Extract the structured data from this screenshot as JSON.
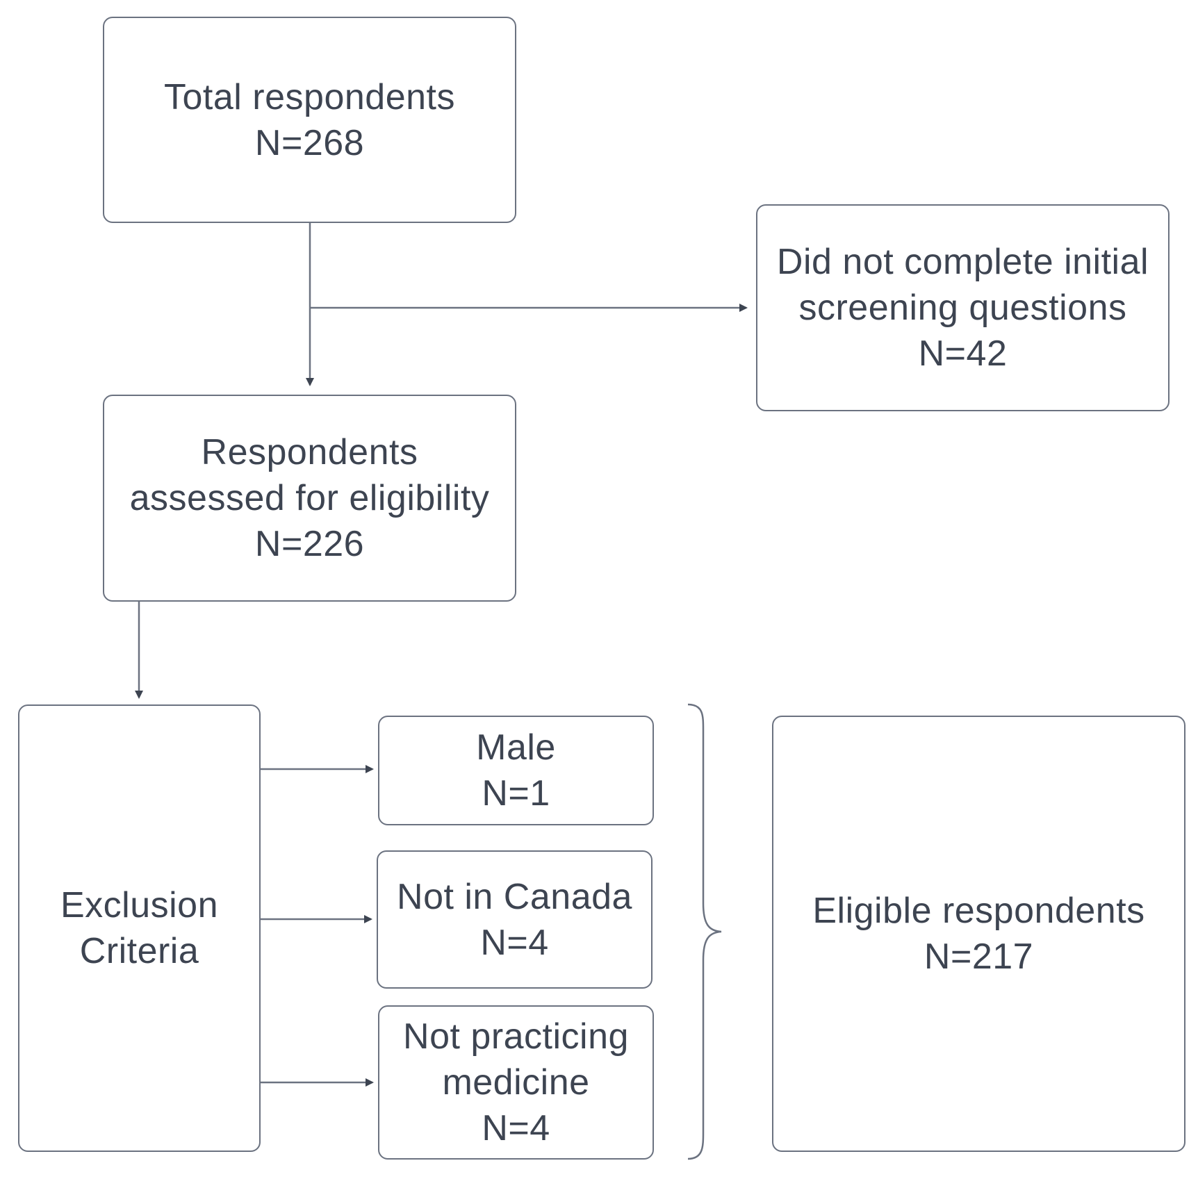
{
  "nodes": {
    "total": {
      "line1": "Total respondents",
      "count": "N=268"
    },
    "incomplete": {
      "line1": "Did not complete initial",
      "line2": "screening questions",
      "count": "N=42"
    },
    "assessed": {
      "line1": "Respondents",
      "line2": "assessed for eligibility",
      "count": "N=226"
    },
    "exclusion": {
      "line1": "Exclusion",
      "line2": "Criteria"
    },
    "male": {
      "line1": "Male",
      "count": "N=1"
    },
    "not_canada": {
      "line1": "Not in Canada",
      "count": "N=4"
    },
    "not_practicing": {
      "line1": "Not practicing",
      "line2": "medicine",
      "count": "N=4"
    },
    "eligible": {
      "line1": "Eligible respondents",
      "count": "N=217"
    }
  },
  "colors": {
    "stroke": "#6b7280",
    "arrow": "#3d4451",
    "text": "#3d4451"
  }
}
